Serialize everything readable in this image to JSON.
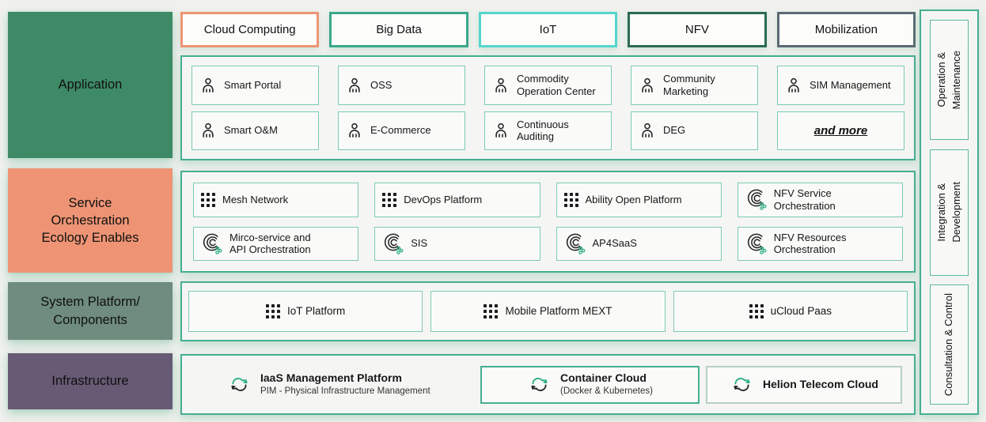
{
  "left_rail": {
    "items": [
      {
        "label": "Application",
        "color": "#3e8a66"
      },
      {
        "label": "Service\nOrchestration\nEcology Enables",
        "color": "#ee9475"
      },
      {
        "label": "System Platform/\nComponents",
        "color": "#6f8c7e"
      },
      {
        "label": "Infrastructure",
        "color": "#675a74"
      }
    ]
  },
  "badges": {
    "items": [
      {
        "label": "Cloud Computing",
        "border": "#ee9475"
      },
      {
        "label": "Big Data",
        "border": "#3aa78b"
      },
      {
        "label": "IoT",
        "border": "#55d6cd"
      },
      {
        "label": "NFV",
        "border": "#2a6b50"
      },
      {
        "label": "Mobilization",
        "border": "#5b6a73"
      }
    ]
  },
  "application": {
    "items": [
      {
        "label": "Smart Portal",
        "icon": "person-icon"
      },
      {
        "label": "OSS",
        "icon": "person-icon"
      },
      {
        "label": "Commodity\nOperation Center",
        "icon": "person-icon"
      },
      {
        "label": "Community\nMarketing",
        "icon": "person-icon"
      },
      {
        "label": "SIM Management",
        "icon": "person-icon"
      },
      {
        "label": "Smart O&M",
        "icon": "person-icon"
      },
      {
        "label": "E-Commerce",
        "icon": "person-icon"
      },
      {
        "label": "Continuous Auditing",
        "icon": "person-icon"
      },
      {
        "label": "DEG",
        "icon": "person-icon"
      },
      {
        "label": "and more",
        "icon": "none"
      }
    ]
  },
  "service": {
    "items": [
      {
        "label": "Mesh Network",
        "icon": "grid-icon"
      },
      {
        "label": "DevOps Platform",
        "icon": "grid-icon"
      },
      {
        "label": "Ability Open Platform",
        "icon": "grid-icon"
      },
      {
        "label": "NFV Service\nOrchestration",
        "icon": "orchestration-icon"
      },
      {
        "label": "Mirco-service and\nAPI Orchestration",
        "icon": "orchestration-icon"
      },
      {
        "label": "SIS",
        "icon": "orchestration-icon"
      },
      {
        "label": "AP4SaaS",
        "icon": "orchestration-icon"
      },
      {
        "label": "NFV Resources\nOrchestration",
        "icon": "orchestration-icon"
      }
    ]
  },
  "system": {
    "items": [
      {
        "label": "IoT Platform",
        "icon": "grid-icon"
      },
      {
        "label": "Mobile Platform MEXT",
        "icon": "grid-icon"
      },
      {
        "label": "uCloud Paas",
        "icon": "grid-icon"
      }
    ]
  },
  "infrastructure": {
    "items": [
      {
        "title": "IaaS Management Platform",
        "subtitle": "PIM - Physical Infrastructure Management",
        "icon": "cloud-sync-icon"
      },
      {
        "title": "Container Cloud",
        "subtitle": "(Docker & Kubernetes)",
        "icon": "cloud-sync-icon"
      },
      {
        "title": "Helion Telecom Cloud",
        "subtitle": "",
        "icon": "cloud-sync-icon"
      }
    ]
  },
  "right_rail": {
    "items": [
      {
        "label": "Operation &\nMaintenance"
      },
      {
        "label": "Integration &\nDevelopment"
      },
      {
        "label": "Consultation & Control"
      }
    ]
  },
  "colors": {
    "section_border": "#45ae91",
    "item_border": "#7ccab3",
    "icon_green": "#2fae83",
    "icon_dark": "#232323",
    "background": "#f0f1ee"
  }
}
